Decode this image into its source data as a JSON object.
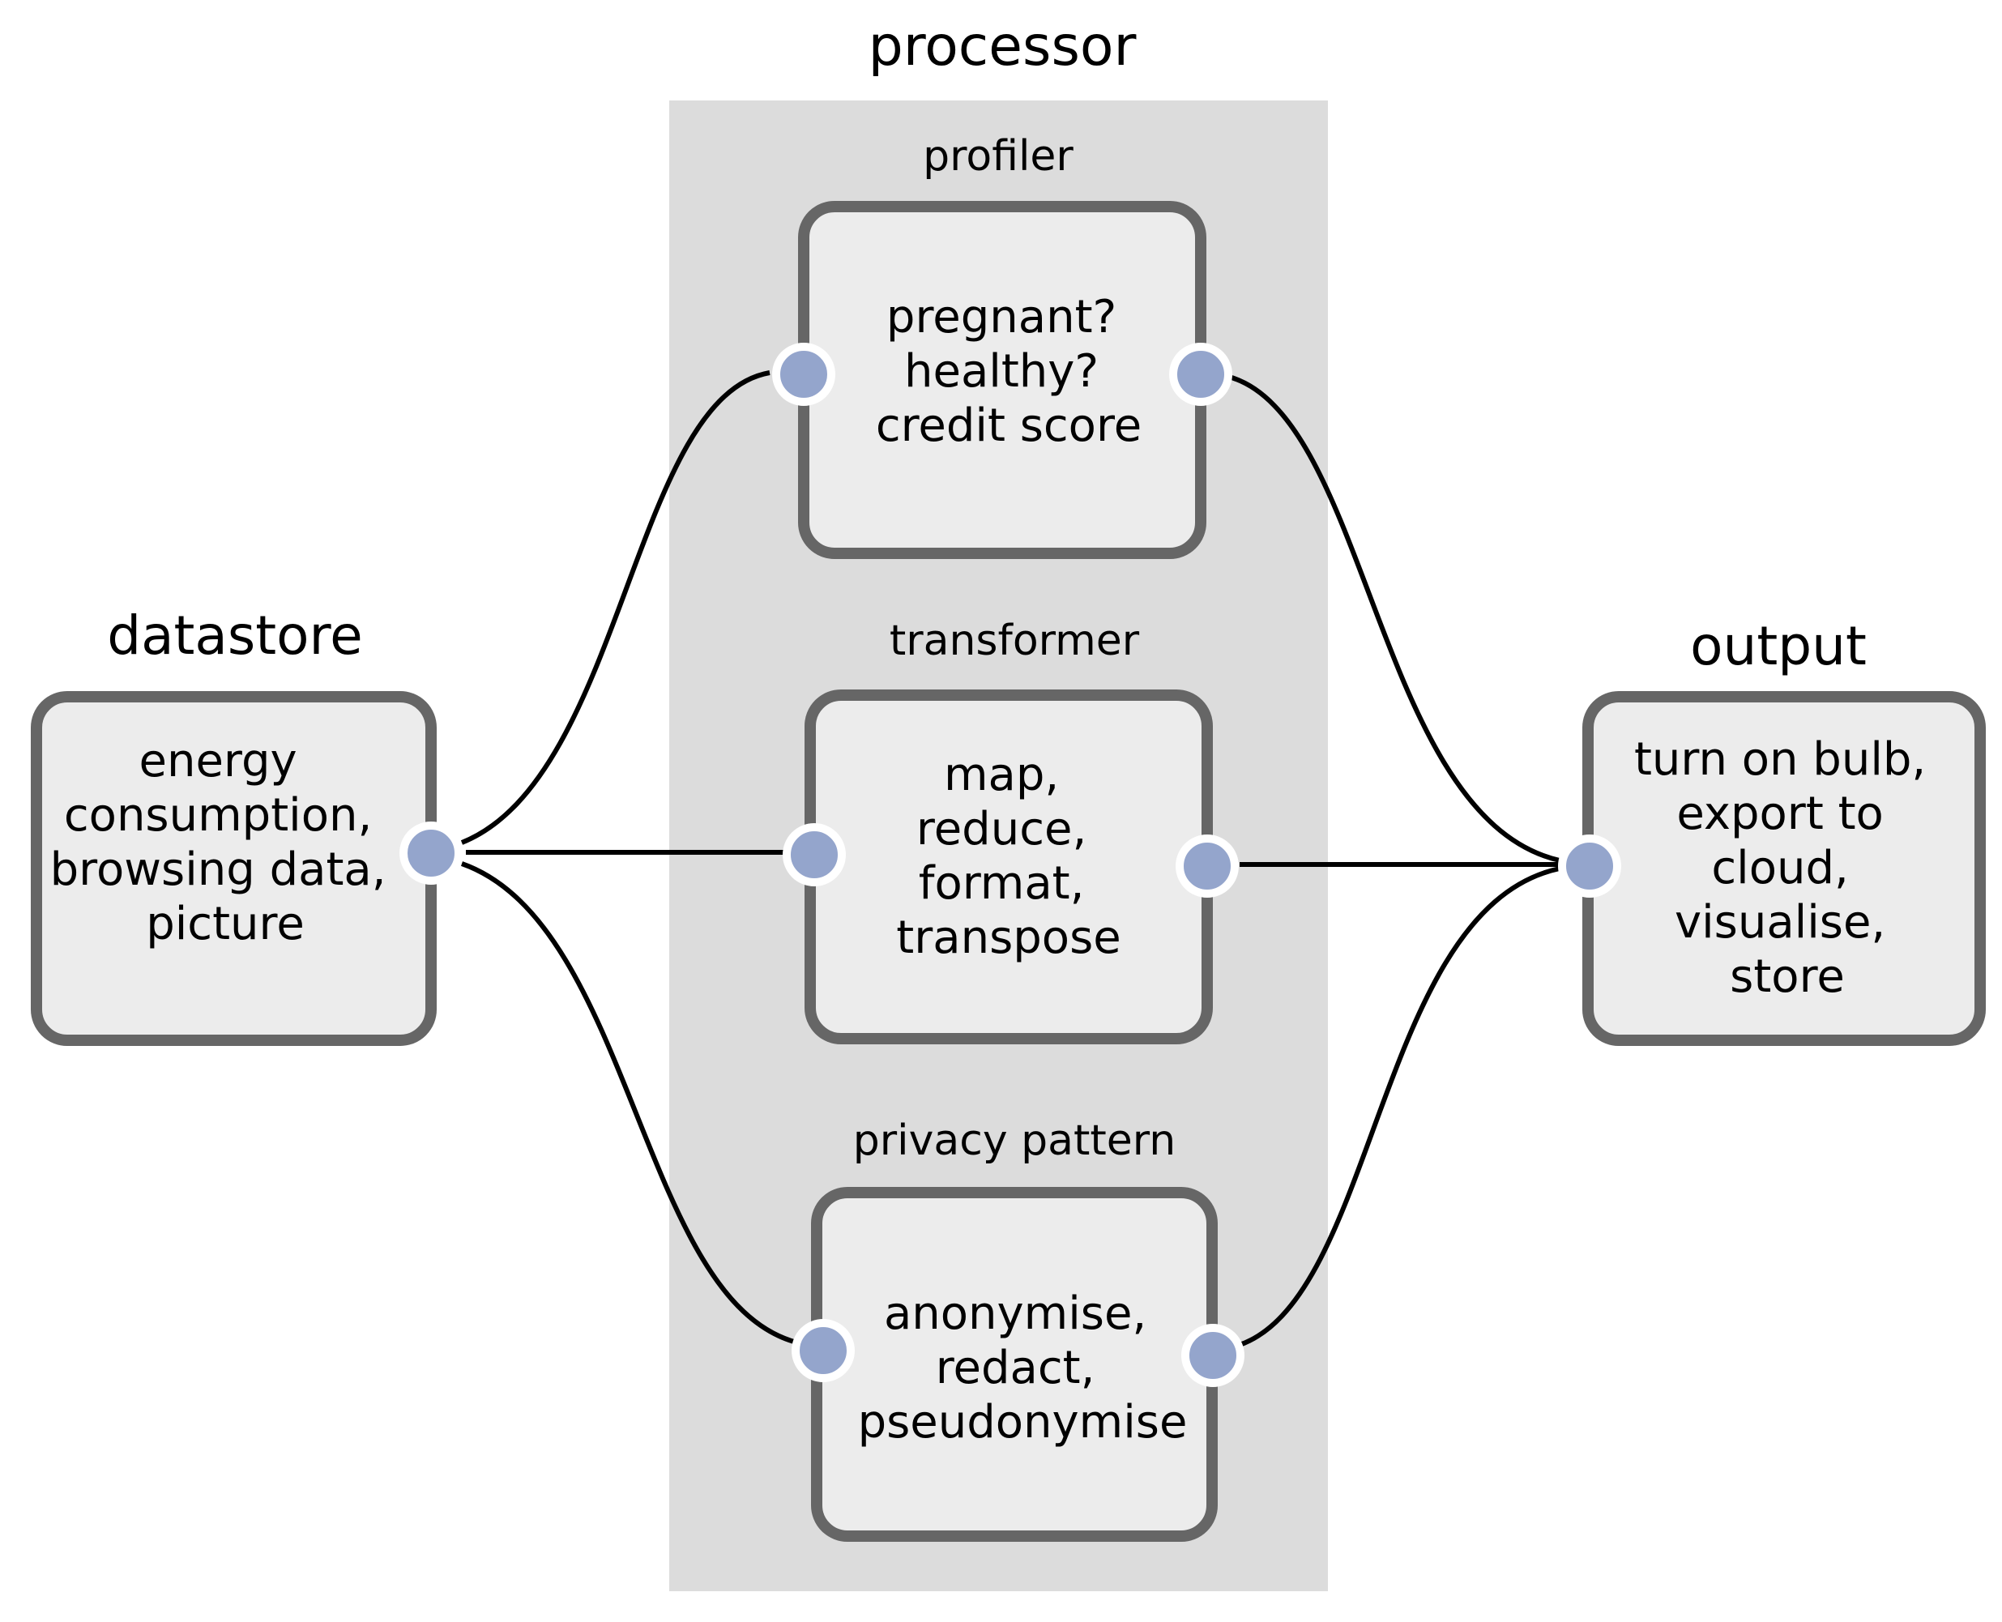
{
  "colors": {
    "background": "#ffffff",
    "group_fill": "#dcdcdc",
    "node_fill": "#ececec",
    "node_border": "#666666",
    "port_fill": "#94a5cc",
    "port_ring": "#ffffff",
    "wire": "#000000"
  },
  "processor": {
    "title": "processor"
  },
  "nodes": {
    "datastore": {
      "title": "datastore",
      "lines": [
        "energy",
        "consumption,",
        "browsing data,",
        "picture"
      ]
    },
    "profiler": {
      "title": "profiler",
      "lines": [
        "pregnant?",
        "healthy?",
        "credit score"
      ]
    },
    "transformer": {
      "title": "transformer",
      "lines": [
        "map,",
        "reduce,",
        "format,",
        "transpose"
      ]
    },
    "privacy": {
      "title": "privacy pattern",
      "lines": [
        "anonymise,",
        "redact,",
        "pseudonymise"
      ]
    },
    "output": {
      "title": "output",
      "lines": [
        "turn on bulb,",
        "export to",
        "cloud,",
        "visualise,",
        "store"
      ]
    }
  },
  "connections": [
    {
      "from": "datastore",
      "to": "profiler"
    },
    {
      "from": "datastore",
      "to": "transformer"
    },
    {
      "from": "datastore",
      "to": "privacy"
    },
    {
      "from": "profiler",
      "to": "output"
    },
    {
      "from": "transformer",
      "to": "output"
    },
    {
      "from": "privacy",
      "to": "output"
    }
  ]
}
